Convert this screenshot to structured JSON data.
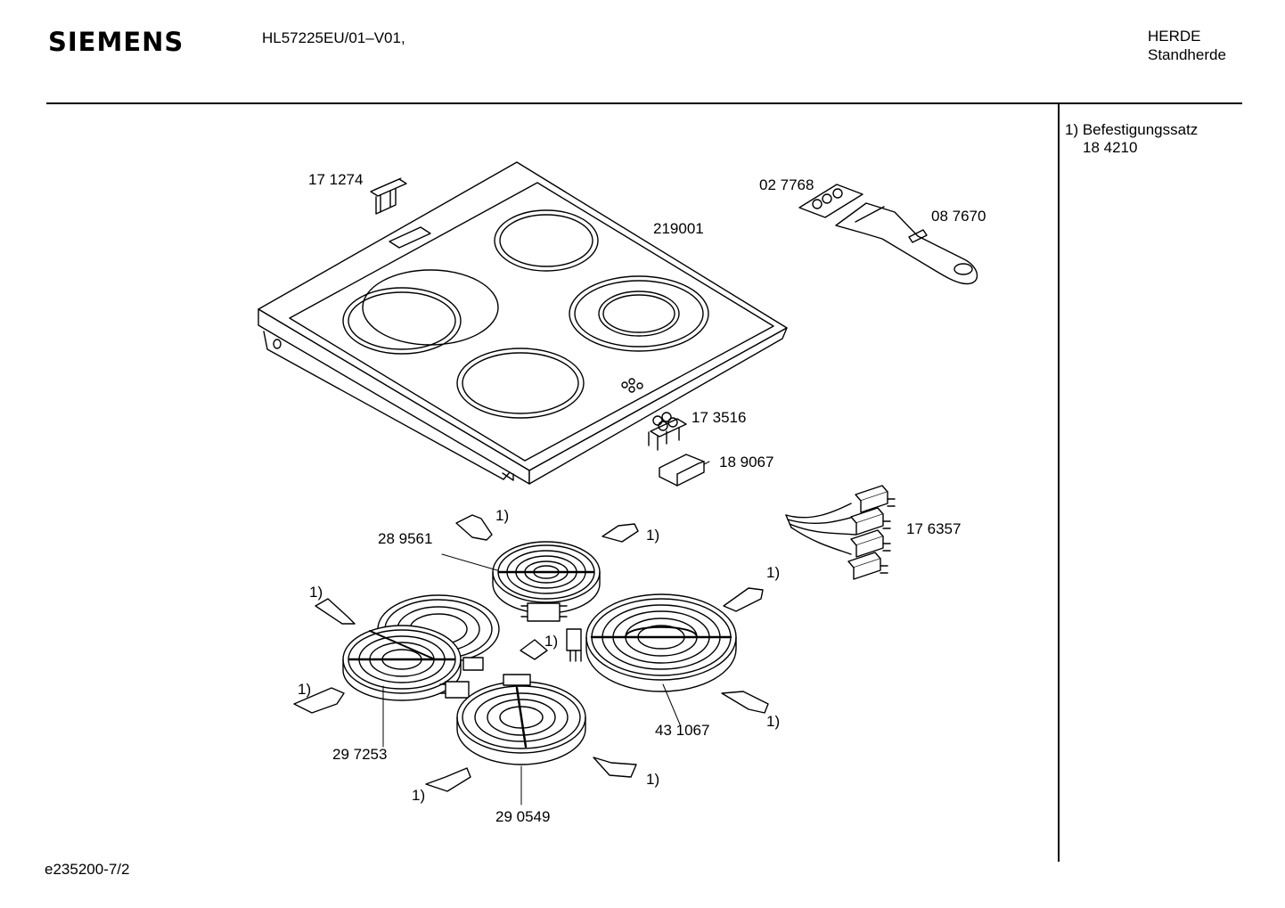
{
  "header": {
    "brand": "SIEMENS",
    "model": "HL57225EU/01–V01,",
    "category": "HERDE",
    "subcategory": "Standherde"
  },
  "legend": {
    "note_label": "1) Befestigungssatz",
    "note_code": "18 4210"
  },
  "parts": {
    "p171274": "17 1274",
    "p219001": "219001",
    "p027768": "02 7768",
    "p087670": "08 7670",
    "p173516": "17 3516",
    "p189067": "18 9067",
    "p176357": "17 6357",
    "p289561": "28 9561",
    "p431067": "43 1067",
    "p297253": "29 7253",
    "p290549": "29 0549"
  },
  "markers": {
    "fixing_kit": "1)"
  },
  "footer": {
    "drawing_id": "e235200-7/2"
  },
  "icons": [
    "cooktop-glass",
    "radiant-heating-element",
    "mounting-bracket",
    "scraper-tool",
    "cable-harness"
  ]
}
